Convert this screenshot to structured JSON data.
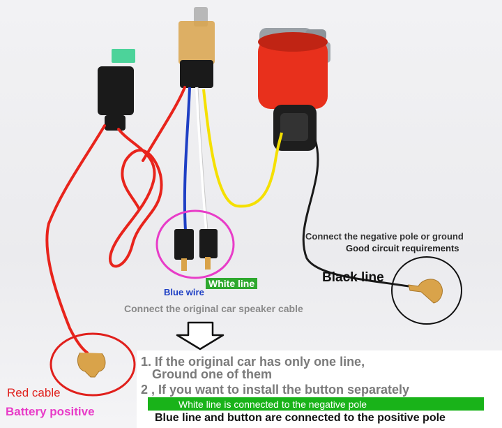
{
  "labels": {
    "negative_pole": "Connect the negative pole or ground",
    "circuit_req": "Good circuit requirements",
    "black_line": "Black line",
    "white_line": "White line",
    "blue_wire": "Blue wire",
    "speaker_cable": "Connect the original car speaker cable",
    "red_cable": "Red cable",
    "battery_positive": "Battery positive"
  },
  "notes": {
    "item1_line1": "1. If the original car has only one line,",
    "item1_line2": "Ground one of them",
    "item2": "2 , If you want to install the button separately",
    "white_negative": "White line is connected to the negative pole",
    "blue_positive": "Blue line and button are connected to the positive pole"
  },
  "colors": {
    "red_wire": "#e8241c",
    "horn_body": "#e8301c",
    "highlight_pink": "#e83cc8",
    "highlight_red": "#e0201c",
    "green_bar": "#19b319",
    "blue_wire": "#1e3fc4",
    "yellow_wire": "#f5e000"
  }
}
